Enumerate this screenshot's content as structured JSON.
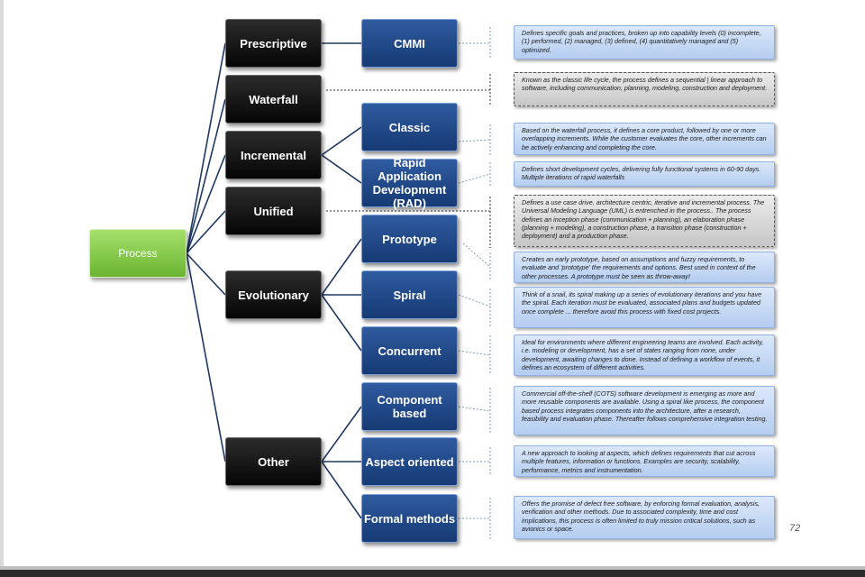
{
  "diagram": {
    "root": "Process",
    "categories": [
      {
        "key": "prescriptive",
        "label": "Prescriptive"
      },
      {
        "key": "waterfall",
        "label": "Waterfall"
      },
      {
        "key": "incremental",
        "label": "Incremental"
      },
      {
        "key": "unified",
        "label": "Unified"
      },
      {
        "key": "evolutionary",
        "label": "Evolutionary"
      },
      {
        "key": "other",
        "label": "Other"
      }
    ],
    "models": [
      {
        "key": "cmmi",
        "label": "CMMI",
        "parent": "Prescriptive"
      },
      {
        "key": "classic",
        "label": "Classic",
        "parent": "Incremental"
      },
      {
        "key": "rad",
        "label": "Rapid Application Development (RAD)",
        "parent": "Incremental"
      },
      {
        "key": "prototype",
        "label": "Prototype",
        "parent": "Evolutionary"
      },
      {
        "key": "spiral",
        "label": "Spiral",
        "parent": "Evolutionary"
      },
      {
        "key": "concurrent",
        "label": "Concurrent",
        "parent": "Evolutionary"
      },
      {
        "key": "component",
        "label": "Component based",
        "parent": "Other"
      },
      {
        "key": "aspect",
        "label": "Aspect oriented",
        "parent": "Other"
      },
      {
        "key": "formal",
        "label": "Formal methods",
        "parent": "Other"
      }
    ],
    "descriptions": {
      "cmmi": "Defines specific goals and practices, broken up into capability levels (0) incomplete, (1) performed, (2) managed, (3) defined, (4) quantitatively managed and (5) optimized.",
      "waterfall": "Known as the classic life cycle, the process defines a sequential | linear approach to software, including communication, planning, modeling, construction and deployment.",
      "classic": "Based on the waterfall process, it defines a core product, followed by one or more overlapping increments. While the customer evaluates the core, other increments can be actively enhancing and completing the core.",
      "rad": "Defines short development cycles, delivering fully functional systems in 60-90 days. Multiple iterations of rapid waterfalls",
      "unified": "Defines a use case drive, architecture centric, iterative and incremental process. The Universal Modeling Language (UML) is entrenched in the process.. The process defines an inception phase (communication + planning), an elaboration phase (planning + modeling), a construction phase, a transition phase (construction + deployment) and a production phase.",
      "prototype": "Creates an early prototype, based on assumptions and fuzzy requirements, to evaluate and 'prototype' the requirements and options. Best used in context of the other processes. A prototype must be seen as throw-away!",
      "spiral": "Think of a snail, its spiral making up a series of evolutionary iterations and you have the spiral. Each iteration must be evaluated, associated plans and budgets updated once complete ... therefore avoid this process with fixed cost projects.",
      "concurrent": "Ideal for environments where different engineering teams are involved. Each activity, i.e. modeling or development, has a set of states ranging from none, under development, awaiting changes to done. Instead of defining a workflow of events, it defines an ecosystem of different activities.",
      "component": "Commercial off-the-shelf (COTS) software development is emerging as more and more reusable components are available. Using a spiral like process, the component based process integrates components into the architecture, after a research, feasibility and evaluation phase. Thereafter follows comprehensive integration testing.",
      "aspect": "A new approach to looking at aspects, which defines requirements that cut across multiple features, information or functions. Examples are security, scalability, performance, metrics and instrumentation.",
      "formal": "Offers the promise of defect free software, by enforcing formal evaluation, analysis, verification and other methods. Due to associated complexity, time and cost implications, this process is often limited to truly mission critical solutions, such as avionics or space."
    },
    "colors": {
      "category_fill": "#0d0d0d",
      "model_fill": "#1f4a8c",
      "root_fill": "#8cd04e",
      "description_fill": "#c6daf5",
      "highlight_description_fill": "#d6d6d6",
      "connector": "#1f3864"
    }
  },
  "slide": {
    "number": "72"
  }
}
